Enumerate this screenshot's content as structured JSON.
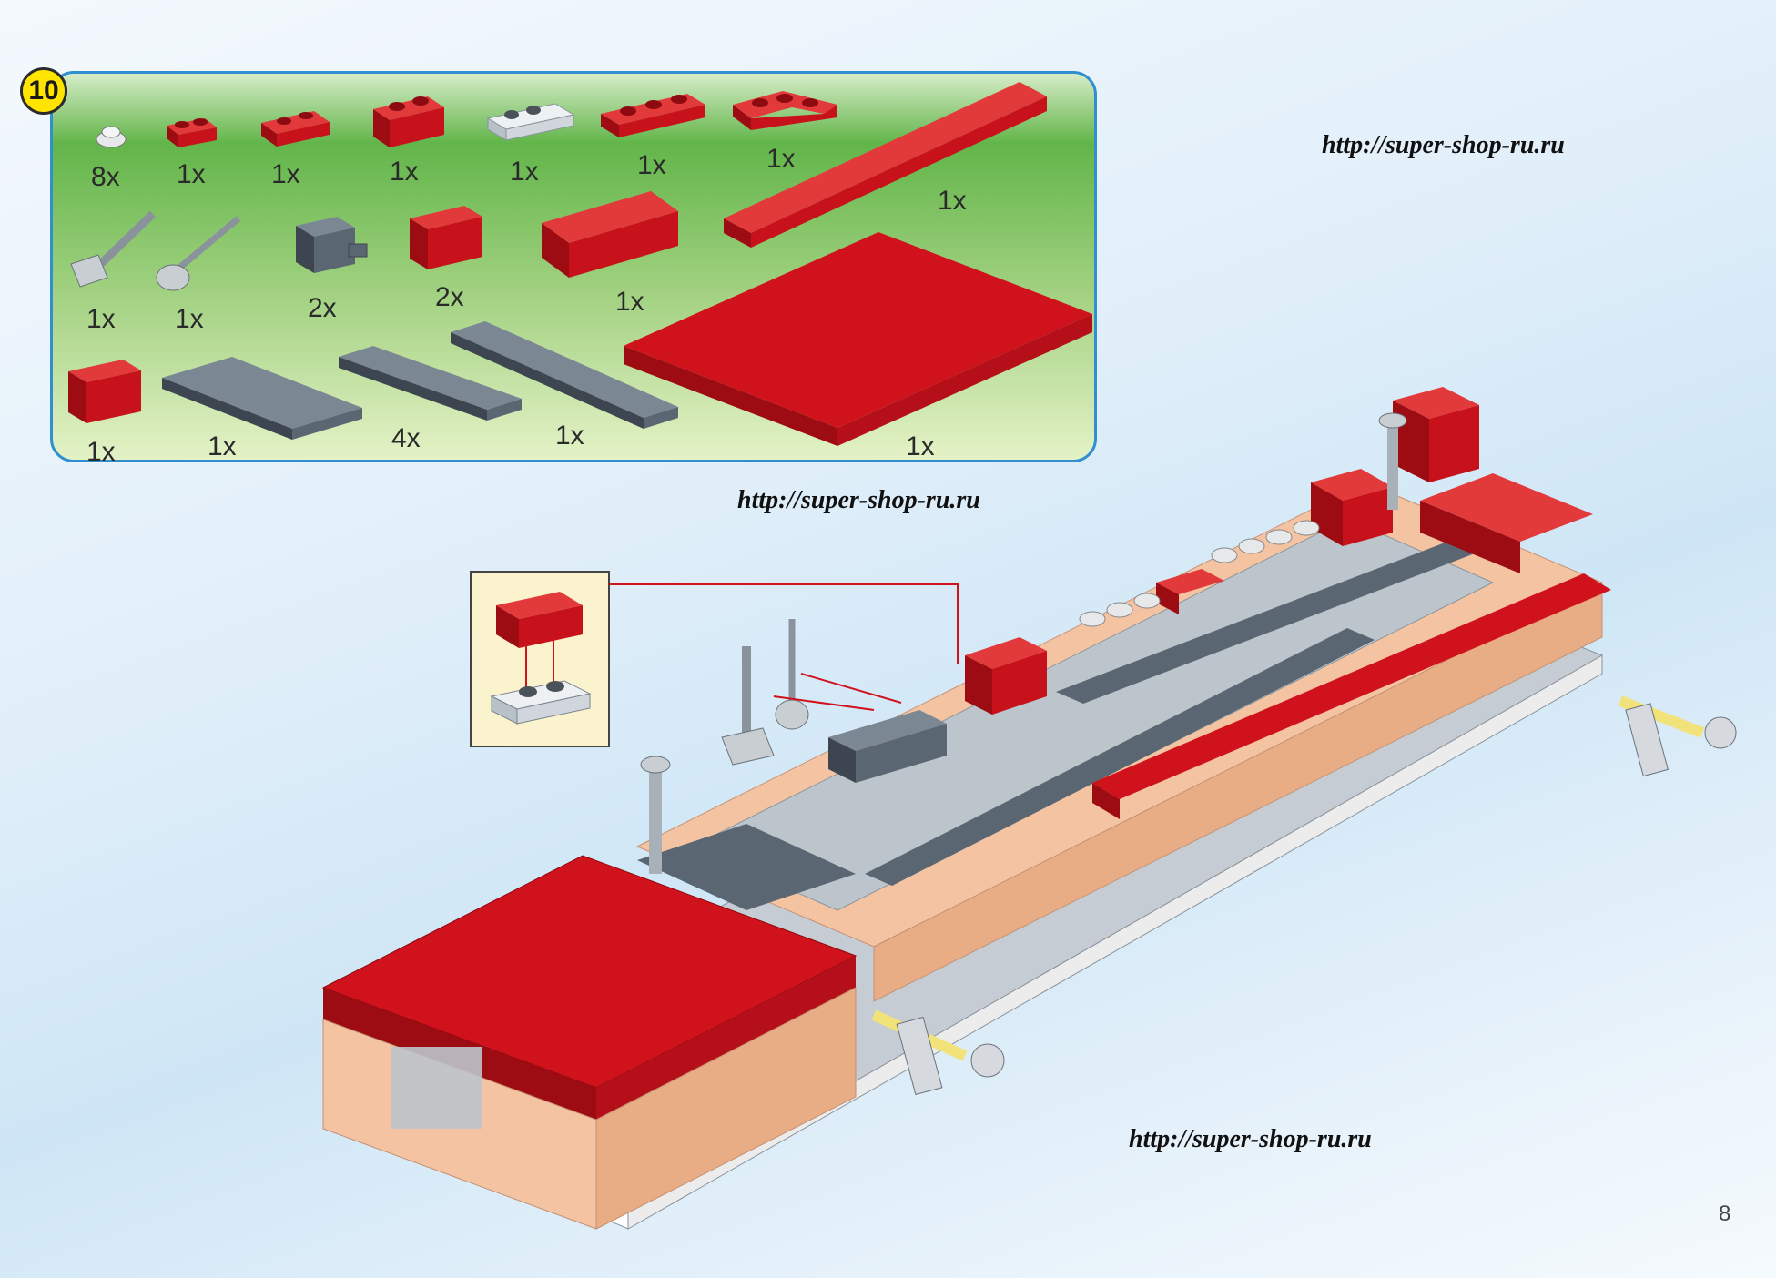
{
  "step": {
    "number": "10"
  },
  "parts": [
    {
      "qty": "8x",
      "icon": "round-plate-1x1"
    },
    {
      "qty": "1x",
      "icon": "red-plate-1x2"
    },
    {
      "qty": "1x",
      "icon": "red-plate-1x2"
    },
    {
      "qty": "1x",
      "icon": "red-brick-1x2"
    },
    {
      "qty": "1x",
      "icon": "white-plate-with-rail"
    },
    {
      "qty": "1x",
      "icon": "red-plate-1x3"
    },
    {
      "qty": "1x",
      "icon": "red-corner-plate"
    },
    {
      "qty": "1x",
      "icon": "red-plate-long"
    },
    {
      "qty": "1x",
      "icon": "hammer-tool"
    },
    {
      "qty": "1x",
      "icon": "shovel-tool"
    },
    {
      "qty": "2x",
      "icon": "grey-brick-with-clip"
    },
    {
      "qty": "2x",
      "icon": "red-corner-brick"
    },
    {
      "qty": "1x",
      "icon": "red-brick-2x4"
    },
    {
      "qty": "1x",
      "icon": "red-brick-1x2"
    },
    {
      "qty": "1x",
      "icon": "grey-plate-2x6"
    },
    {
      "qty": "4x",
      "icon": "grey-plate-1x6"
    },
    {
      "qty": "1x",
      "icon": "grey-plate-1x8"
    },
    {
      "qty": "1x",
      "icon": "red-base-plate"
    }
  ],
  "watermarks": [
    "http://super-shop-ru.ru",
    "http://super-shop-ru.ru",
    "http://super-shop-ru.ru"
  ],
  "page": {
    "number": "8"
  },
  "colors": {
    "red": "#d0121c",
    "red_dark": "#8c0a10",
    "grey": "#5f6c78",
    "peach": "#f3c3a2",
    "light_grey": "#c6ccd3",
    "panel_green": "#62b54a",
    "border_blue": "#2f8fd0"
  }
}
